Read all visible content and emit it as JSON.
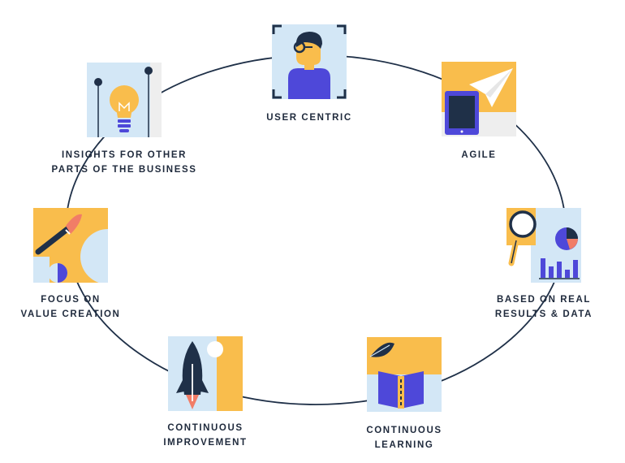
{
  "colors": {
    "ring": "#1f3048",
    "yellow": "#f9bd4c",
    "light_blue": "#d3e7f6",
    "navy": "#1f3048",
    "purple": "#4e48d9",
    "salmon": "#f17d67",
    "grey": "#eeeeee"
  },
  "items": [
    {
      "key": "user-centric",
      "icon": "person-with-glasses-icon",
      "lines": [
        "USER CENTRIC"
      ]
    },
    {
      "key": "agile",
      "icon": "paper-plane-tablet-icon",
      "lines": [
        "AGILE"
      ]
    },
    {
      "key": "based-on-real-results-data",
      "icon": "magnifier-chart-icon",
      "lines": [
        "BASED ON REAL",
        "RESULTS & DATA"
      ]
    },
    {
      "key": "continuous-learning",
      "icon": "book-leaf-icon",
      "lines": [
        "CONTINUOUS",
        "LEARNING"
      ]
    },
    {
      "key": "continuous-improvement",
      "icon": "rocket-icon",
      "lines": [
        "CONTINUOUS",
        "IMPROVEMENT"
      ]
    },
    {
      "key": "focus-on-value-creation",
      "icon": "paintbrush-icon",
      "lines": [
        "FOCUS ON",
        "VALUE CREATION"
      ]
    },
    {
      "key": "insights-for-other-parts-of-the-business",
      "icon": "lightbulb-icon",
      "lines": [
        "INSIGHTS FOR OTHER",
        "PARTS OF THE BUSINESS"
      ]
    }
  ]
}
